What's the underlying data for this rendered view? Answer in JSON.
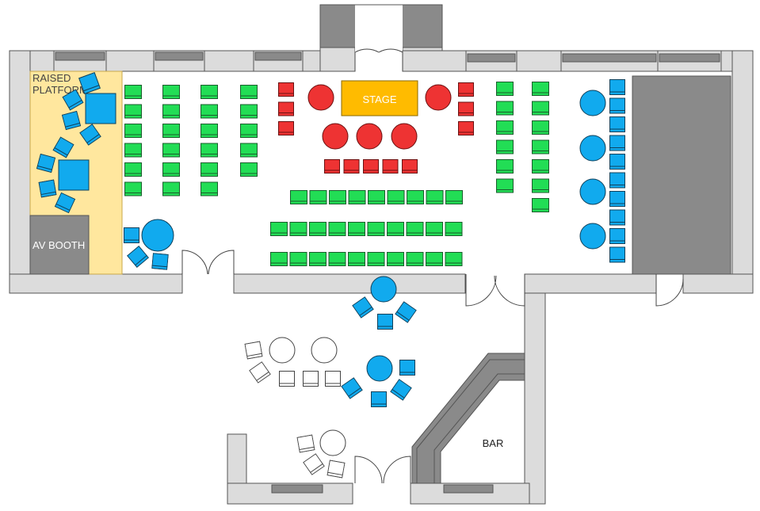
{
  "labels": {
    "raised_line1": "RAISED",
    "raised_line2": "PLATFORM",
    "av_booth": "AV BOOTH",
    "stage": "STAGE",
    "bar": "BAR"
  },
  "colors": {
    "wall": "#dcdcdc",
    "wall_dark": "#8a8a8a",
    "green_chair": "#22dd55",
    "red_item": "#ee3333",
    "blue_item": "#11aaee",
    "stage": "#ffbb00",
    "platform": "#ffe79e"
  }
}
